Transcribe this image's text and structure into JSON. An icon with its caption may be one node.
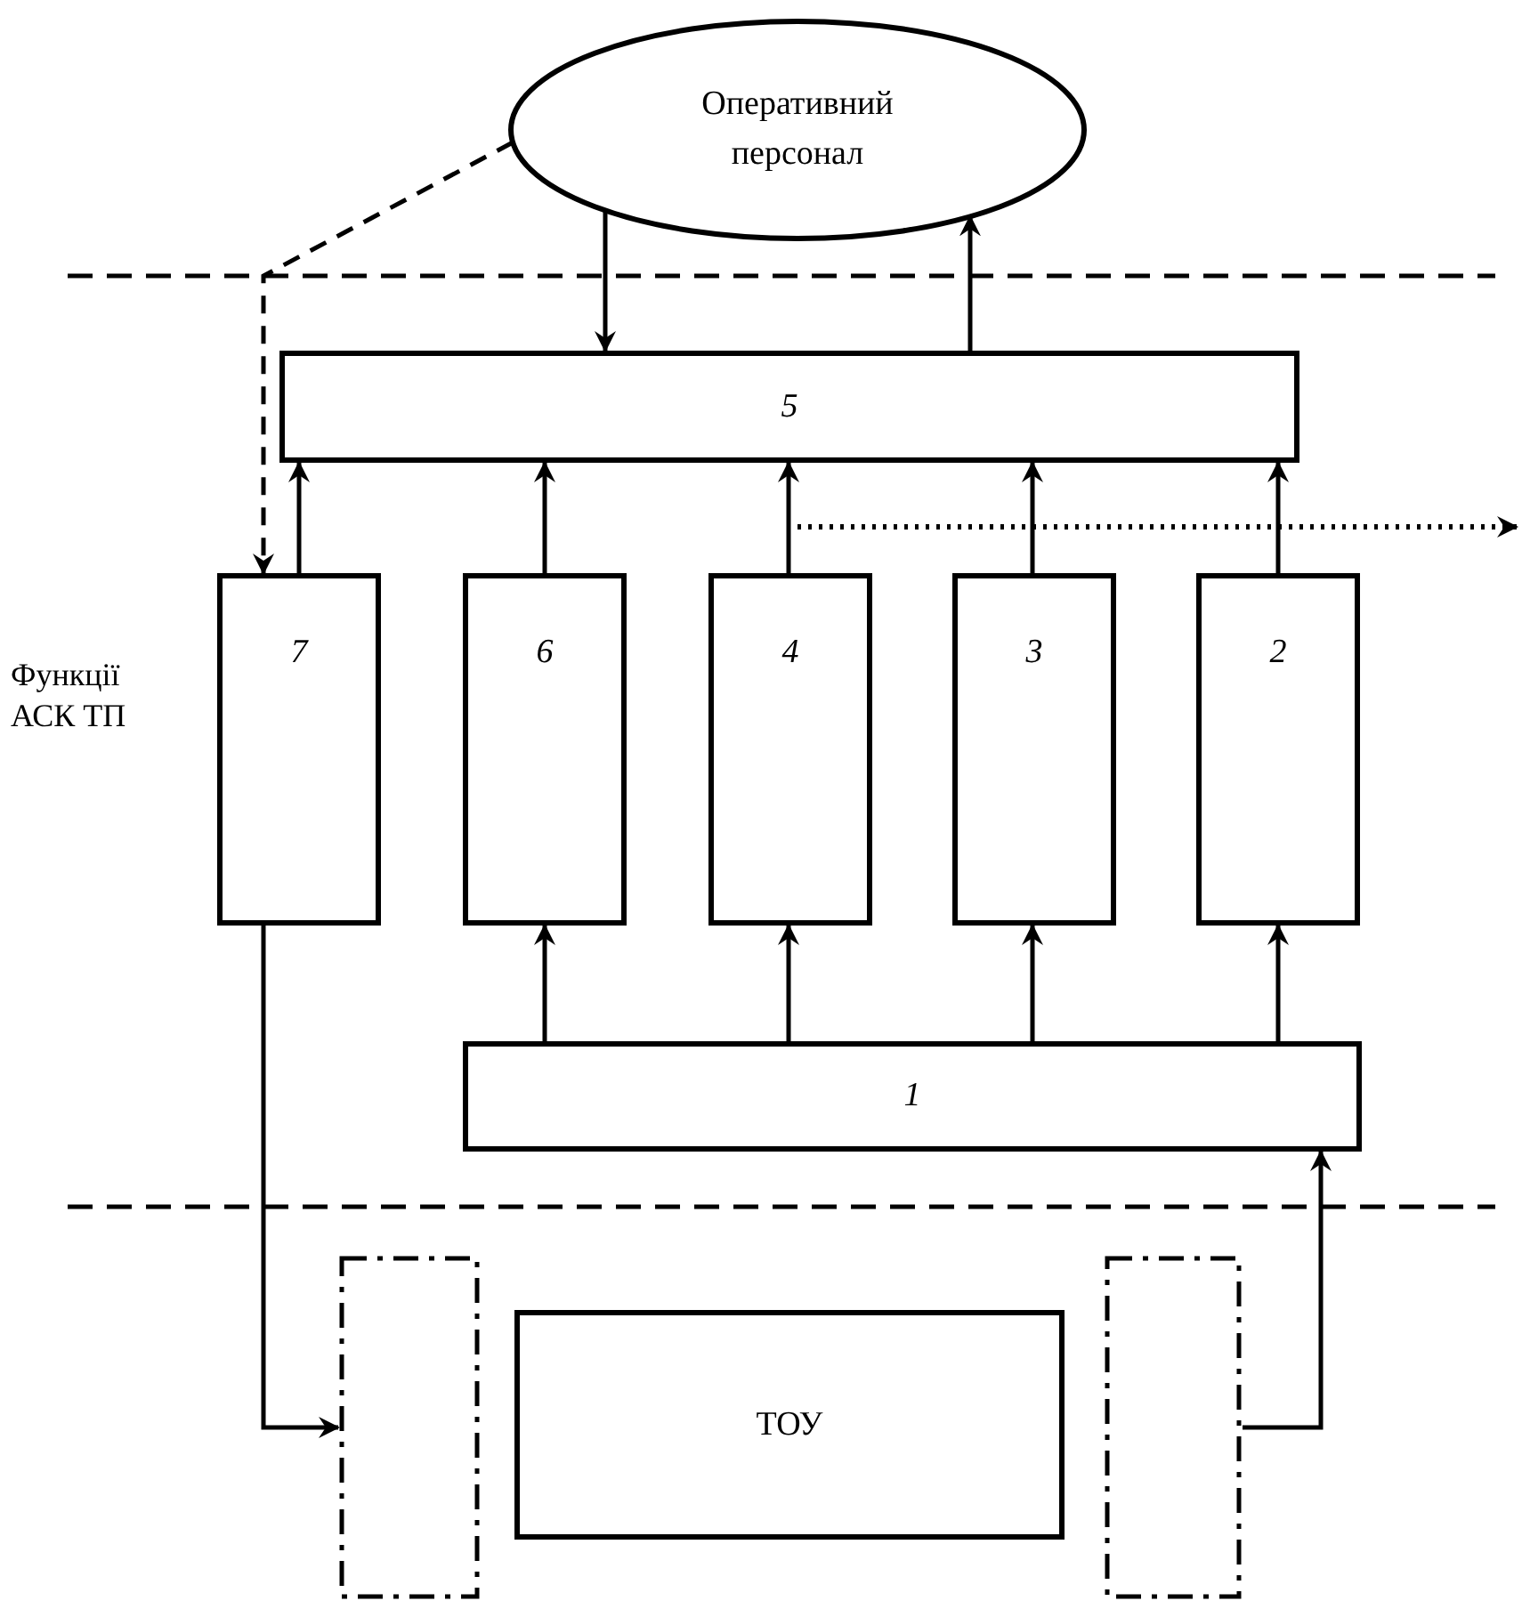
{
  "diagram": {
    "nodes": [
      {
        "text": [
          "Оперативний персонал"
        ]
      },
      {
        "text": [
          "5"
        ]
      },
      {
        "text": [
          "7"
        ]
      },
      {
        "text": [
          "6"
        ]
      },
      {
        "text": [
          "4"
        ]
      },
      {
        "text": [
          "3"
        ]
      },
      {
        "text": [
          "2"
        ]
      },
      {
        "text": [
          "1"
        ]
      },
      {
        "text": [
          "ТОУ"
        ]
      },
      {
        "text": [],
        "shape": "box"
      },
      {
        "text": [],
        "shape": "box"
      }
    ],
    "edges": [
      {
        "from": 0,
        "to": 1,
        "arrow": "to"
      },
      {
        "from": 1,
        "to": 0,
        "arrow": "to"
      },
      {
        "from": 0,
        "to": 2,
        "arrow": "to",
        "style": "dashed"
      },
      {
        "from": 2,
        "to": 1,
        "arrow": "to"
      },
      {
        "from": 3,
        "to": 1,
        "arrow": "to"
      },
      {
        "from": 4,
        "to": 1,
        "arrow": "to"
      },
      {
        "from": 5,
        "to": 1,
        "arrow": "to"
      },
      {
        "from": 6,
        "to": 1,
        "arrow": "to"
      },
      {
        "from": 4,
        "to": null,
        "arrow": "to",
        "style": "dashed"
      },
      {
        "from": 7,
        "to": 3,
        "arrow": "to"
      },
      {
        "from": 7,
        "to": 4,
        "arrow": "to"
      },
      {
        "from": 7,
        "to": 5,
        "arrow": "to"
      },
      {
        "from": 7,
        "to": 6,
        "arrow": "to"
      },
      {
        "from": 2,
        "to": 9,
        "arrow": "to"
      },
      {
        "from": 10,
        "to": 7,
        "arrow": "to"
      }
    ],
    "labels": [
      "Функції АСК ТП"
    ]
  }
}
